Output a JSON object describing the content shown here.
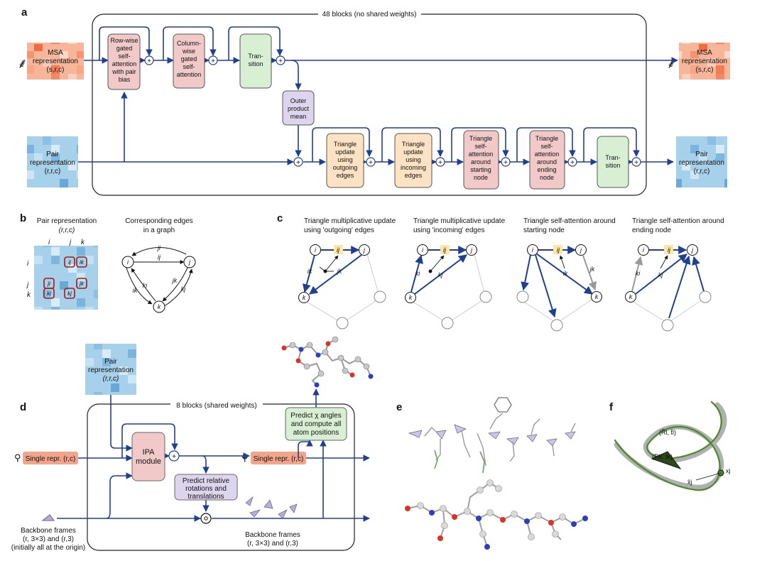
{
  "panels": {
    "a": "a",
    "b": "b",
    "c": "c",
    "d": "d",
    "e": "e",
    "f": "f"
  },
  "panel_a": {
    "stack_label": "48 blocks (no shared weights)",
    "msa_in": [
      "MSA",
      "representation",
      "(s,r,c)"
    ],
    "msa_out": [
      "MSA",
      "representation",
      "(s,r,c)"
    ],
    "pair_in": [
      "Pair",
      "representation",
      "(r,r,c)"
    ],
    "pair_out": [
      "Pair",
      "representation",
      "(r,r,c)"
    ],
    "row_attn": [
      "Row-wise",
      "gated",
      "self-",
      "attention",
      "with pair",
      "bias"
    ],
    "col_attn": [
      "Column-",
      "wise",
      "gated",
      "self-",
      "attention"
    ],
    "msa_transition": [
      "Tran-",
      "sition"
    ],
    "outer_product": [
      "Outer",
      "product",
      "mean"
    ],
    "tri_out": [
      "Triangle",
      "update",
      "using",
      "outgoing",
      "edges"
    ],
    "tri_in": [
      "Triangle",
      "update",
      "using",
      "incoming",
      "edges"
    ],
    "tri_att_start": [
      "Triangle",
      "self-",
      "attention",
      "around",
      "starting",
      "node"
    ],
    "tri_att_end": [
      "Triangle",
      "self-",
      "attention",
      "around",
      "ending",
      "node"
    ],
    "pair_transition": [
      "Tran-",
      "sition"
    ]
  },
  "panel_b": {
    "title1": [
      "Pair representation",
      "(r,r,c)"
    ],
    "title2": [
      "Corresponding edges",
      "in a graph"
    ],
    "col_labels": [
      "i",
      "j",
      "k"
    ],
    "row_labels": [
      "i",
      "j",
      "k"
    ],
    "cells": [
      "ij",
      "ik",
      "ji",
      "jk",
      "ki",
      "kj"
    ],
    "graph_nodes": [
      "i",
      "j",
      "k"
    ],
    "graph_edges": [
      "ji",
      "ij",
      "ik",
      "ki",
      "jk",
      "kj"
    ]
  },
  "panel_c": {
    "titles": [
      [
        "Triangle multiplicative update",
        "using 'outgoing' edges"
      ],
      [
        "Triangle multiplicative update",
        "using 'incoming' edges"
      ],
      [
        "Triangle self-attention around",
        "starting node"
      ],
      [
        "Triangle self-attention around",
        "ending node"
      ]
    ],
    "node_labels": [
      "i",
      "j",
      "k"
    ],
    "edge_labels": [
      "ij",
      "ik",
      "jk",
      "ki",
      "kj"
    ]
  },
  "panel_d": {
    "stack_label": "8 blocks (shared weights)",
    "pair_repr": [
      "Pair",
      "representation",
      "(r,r,c)"
    ],
    "single_in": "Single repr. (r,c)",
    "single_out": "Single repr. (r,c)",
    "ipa": [
      "IPA",
      "module"
    ],
    "predict_rot": [
      "Predict relative",
      "rotations and",
      "translations"
    ],
    "predict_chi": [
      "Predict χ angles",
      "and compute all",
      "atom positions"
    ],
    "frames_in": [
      "Backbone frames",
      "(r, 3×3) and (r,3)",
      "(initially all at the origin)"
    ],
    "frames_out": [
      "Backbone frames",
      "(r, 3×3) and (r,3)"
    ]
  },
  "panel_f": {
    "labels": [
      "(R̃l, t̃l)",
      "(Rk, tk)",
      "x̃j",
      "xj"
    ]
  },
  "colors": {
    "arrow": "#1f3f8f",
    "row_attn": "#f2c9c9",
    "transition": "#d9efd3",
    "outer": "#ddd5ee",
    "tri_update": "#fde3c3",
    "tri_att": "#f2c9c9",
    "msa_box": "#f07048",
    "pair_box": "#8fc2e3",
    "protein_green": "#4a8a2a",
    "protein_grey": "#b0b0b0"
  }
}
